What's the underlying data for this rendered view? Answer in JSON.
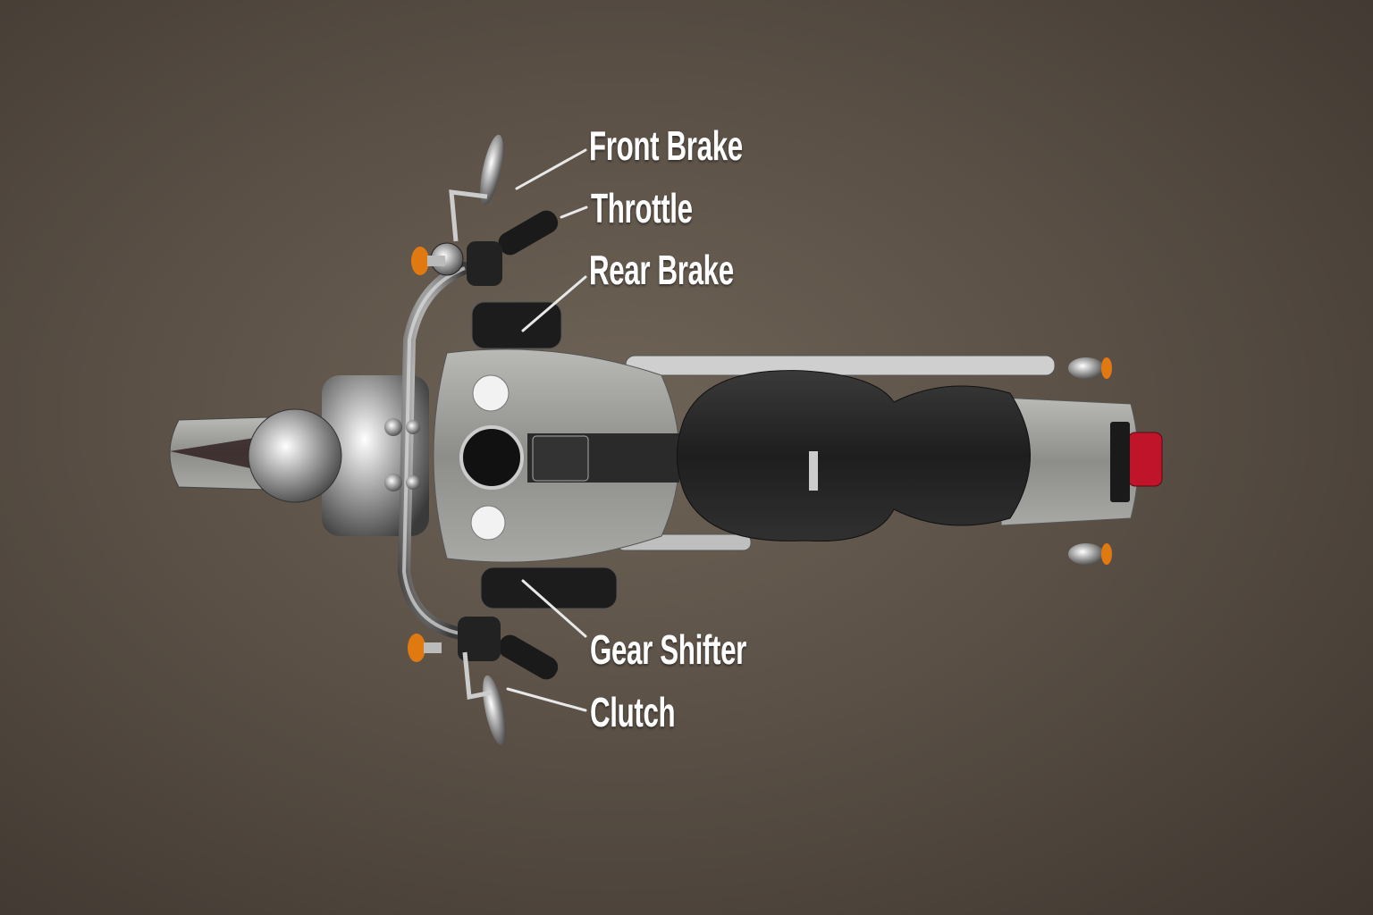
{
  "labels": {
    "front_brake": "Front Brake",
    "throttle": "Throttle",
    "rear_brake": "Rear Brake",
    "gear_shifter": "Gear Shifter",
    "clutch": "Clutch"
  },
  "colors": {
    "background": "#5a5046",
    "label_text": "#ffffff",
    "leader_line": "#e8e8e8",
    "tank": "#9a9a98",
    "seat": "#262626",
    "taillight": "#c0142a",
    "turn_signal": "#e07a10"
  }
}
